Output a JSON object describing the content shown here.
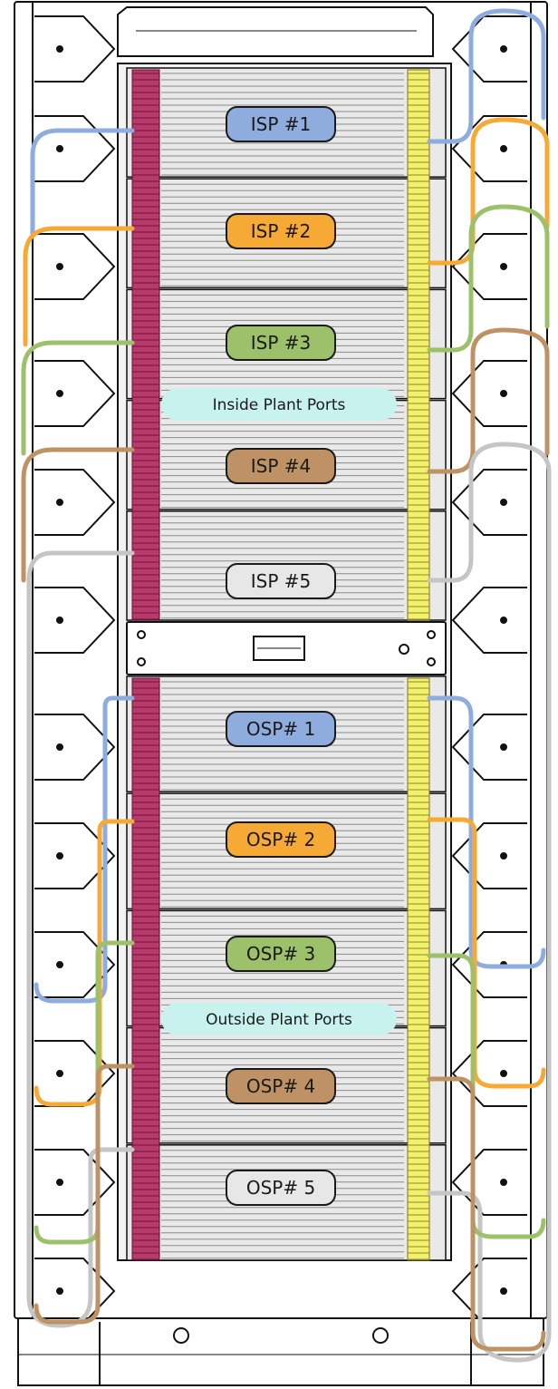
{
  "colors": {
    "blue": "#8eacde",
    "orange": "#f6a935",
    "green": "#9dc06a",
    "brown": "#bf9265",
    "gray": "#c5c5c5",
    "isp5_fill": "#e7e7e7",
    "port_label_fill": "#c8f2ee",
    "magenta": "#b83a6c",
    "yellow": "#f3f06a"
  },
  "isp_labels": [
    "ISP #1",
    "ISP #2",
    "ISP #3",
    "ISP #4",
    "ISP #5"
  ],
  "osp_labels": [
    "OSP# 1",
    "OSP# 2",
    "OSP# 3",
    "OSP# 4",
    "OSP# 5"
  ],
  "inside_plant_label": "Inside Plant Ports",
  "outside_plant_label": "Outside Plant Ports"
}
